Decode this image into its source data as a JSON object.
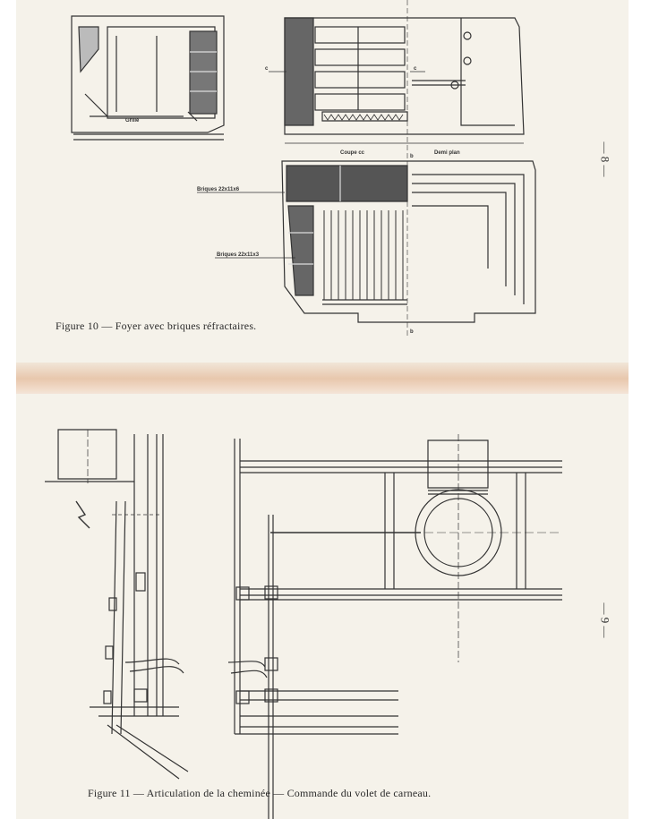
{
  "figure10": {
    "caption": "Figure 10 — Foyer avec briques réfractaires.",
    "labels": {
      "grille": "Grille",
      "coupe_cc": "Coupe cc",
      "demi_plan": "Demi plan",
      "briques_1": "Briques 22x11x6",
      "briques_2": "Briques 22x11x3",
      "c_left": "c",
      "c_right": "c",
      "b_top": "b",
      "b_bottom": "b"
    }
  },
  "figure11": {
    "caption": "Figure 11 — Articulation de la cheminée — Commande du volet de carneau."
  },
  "page_numbers": {
    "upper": "— 8 —",
    "lower": "— 9 —"
  }
}
